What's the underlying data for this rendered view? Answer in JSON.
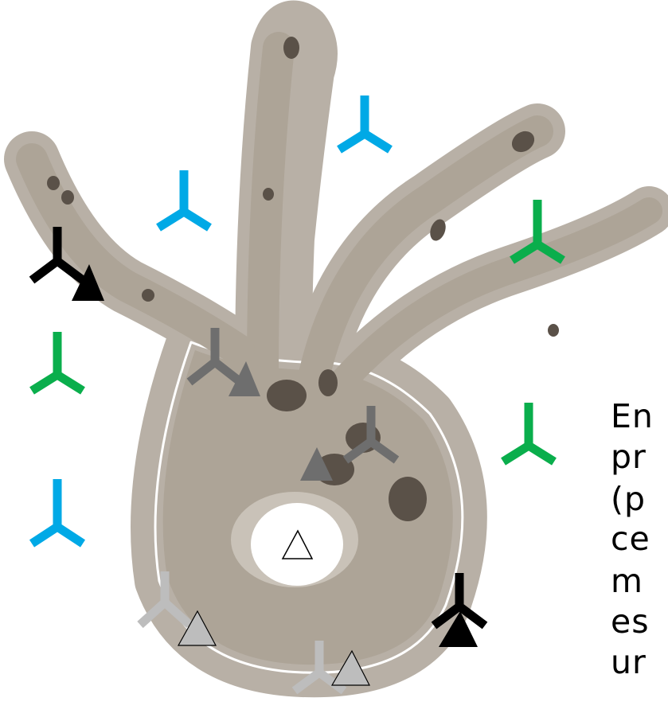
{
  "colors": {
    "cell_outer": "#b8b0a6",
    "cell_border": "#ffffff",
    "cell_fill": "#ada497",
    "organelle": "#5a5148",
    "antibody_blue": "#00a9e6",
    "antibody_green": "#0aae4c",
    "antibody_black": "#000000",
    "antibody_dark_gray": "#6e6e6e",
    "antibody_light_gray": "#bdbdbd",
    "antigen_dark_gray": "#6e6e6e",
    "antigen_light_gray": "#bdbdbd",
    "antigen_white": "#ffffff",
    "antigen_black": "#000000"
  },
  "caption": {
    "lines": [
      "En",
      "pr",
      "(p",
      "ce",
      "m",
      "es",
      "ur"
    ]
  },
  "free_antibodies": [
    {
      "name": "free-antibody-blue",
      "color": "antibody_blue"
    },
    {
      "name": "free-antibody-blue",
      "color": "antibody_blue"
    },
    {
      "name": "free-antibody-blue",
      "color": "antibody_blue"
    },
    {
      "name": "free-antibody-green",
      "color": "antibody_green"
    },
    {
      "name": "free-antibody-green",
      "color": "antibody_green"
    },
    {
      "name": "free-antibody-green",
      "color": "antibody_green"
    }
  ],
  "bound_pairs": [
    {
      "antibody": "antibody_black",
      "antigen": "antigen_black"
    },
    {
      "antibody": "antibody_dark_gray",
      "antigen": "antigen_dark_gray"
    },
    {
      "antibody": "antibody_dark_gray",
      "antigen": "antigen_dark_gray"
    },
    {
      "antibody": "antibody_light_gray",
      "antigen": "antigen_light_gray"
    },
    {
      "antibody": "antibody_light_gray",
      "antigen": "antigen_light_gray"
    },
    {
      "antibody": "antibody_black",
      "antigen": "antigen_black"
    }
  ],
  "central_antigen": {
    "color": "antigen_white"
  }
}
